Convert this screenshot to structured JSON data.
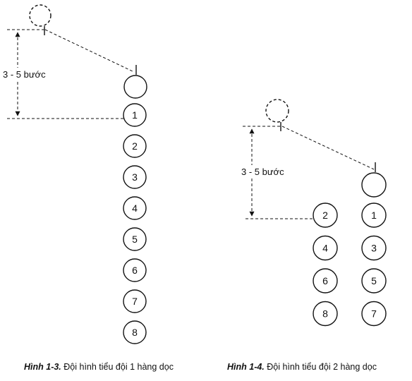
{
  "figure_left": {
    "distance_label": "3 - 5 bước",
    "members": [
      "1",
      "2",
      "3",
      "4",
      "5",
      "6",
      "7",
      "8"
    ],
    "caption_prefix": "Hình 1-3.",
    "caption_text": " Đội hình tiểu đội 1 hàng dọc"
  },
  "figure_right": {
    "distance_label": "3 - 5 bước",
    "column_right": [
      "1",
      "3",
      "5",
      "7"
    ],
    "column_left": [
      "2",
      "4",
      "6",
      "8"
    ],
    "caption_prefix": "Hình 1-4.",
    "caption_text": " Đội hình tiểu đội 2 hàng dọc"
  }
}
